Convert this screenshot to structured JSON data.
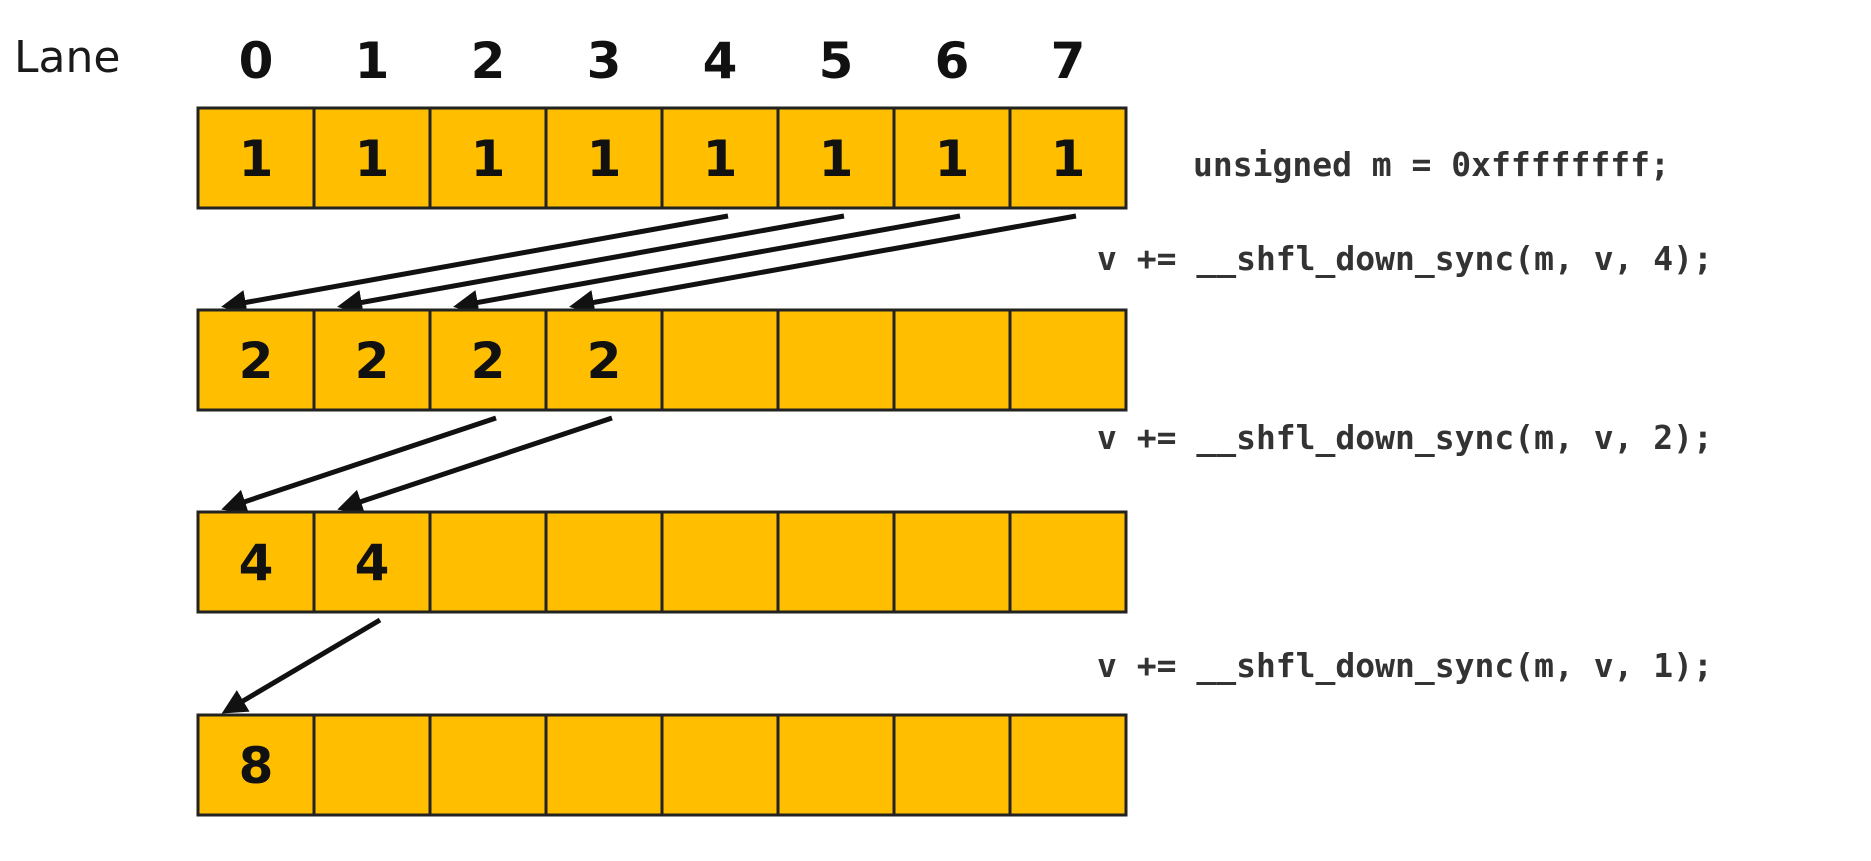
{
  "lane_label": "Lane",
  "lanes": [
    "0",
    "1",
    "2",
    "3",
    "4",
    "5",
    "6",
    "7"
  ],
  "rows": [
    {
      "values": [
        "1",
        "1",
        "1",
        "1",
        "1",
        "1",
        "1",
        "1"
      ]
    },
    {
      "values": [
        "2",
        "2",
        "2",
        "2",
        "",
        "",
        "",
        ""
      ]
    },
    {
      "values": [
        "4",
        "4",
        "",
        "",
        "",
        "",
        "",
        ""
      ]
    },
    {
      "values": [
        "8",
        "",
        "",
        "",
        "",
        "",
        "",
        ""
      ]
    }
  ],
  "code": [
    "unsigned m = 0xffffffff;",
    "v += __shfl_down_sync(m, v, 4);",
    "v += __shfl_down_sync(m, v, 2);",
    "v += __shfl_down_sync(m, v, 1);"
  ],
  "arrows": [
    {
      "from_row": 0,
      "from_lane": 4,
      "to_row": 1,
      "to_lane": 0
    },
    {
      "from_row": 0,
      "from_lane": 5,
      "to_row": 1,
      "to_lane": 1
    },
    {
      "from_row": 0,
      "from_lane": 6,
      "to_row": 1,
      "to_lane": 2
    },
    {
      "from_row": 0,
      "from_lane": 7,
      "to_row": 1,
      "to_lane": 3
    },
    {
      "from_row": 1,
      "from_lane": 2,
      "to_row": 2,
      "to_lane": 0
    },
    {
      "from_row": 1,
      "from_lane": 3,
      "to_row": 2,
      "to_lane": 1
    },
    {
      "from_row": 2,
      "from_lane": 1,
      "to_row": 3,
      "to_lane": 0
    }
  ],
  "colors": {
    "cell_fill": "#FFBF00",
    "cell_stroke": "#222222",
    "text": "#111111",
    "code_text": "#333333"
  }
}
